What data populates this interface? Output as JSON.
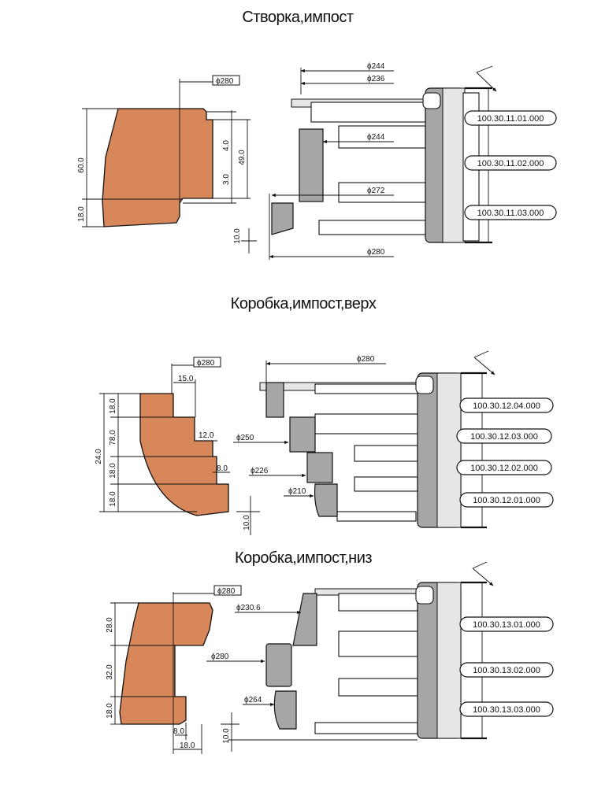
{
  "sections": [
    {
      "title": "Створка,импост",
      "part_numbers": [
        "100.30.11.01.000",
        "100.30.11.02.000",
        "100.30.11.03.000"
      ],
      "profile_dims": [
        "ϕ280",
        "60.0",
        "18.0",
        "4.0",
        "49.0",
        "3.0",
        "10.0"
      ],
      "diameters": [
        "ϕ244",
        "ϕ236",
        "ϕ244",
        "ϕ272",
        "ϕ280"
      ]
    },
    {
      "title": "Коробка,импост,верх",
      "part_numbers": [
        "100.30.12.04.000",
        "100.30.12.03.000",
        "100.30.12.02.000",
        "100.30.12.01.000"
      ],
      "profile_dims": [
        "ϕ280",
        "15.0",
        "18.0",
        "24.0",
        "78.0",
        "12.0",
        "18.0",
        "8.0",
        "18.0",
        "10.0"
      ],
      "diameters": [
        "ϕ280",
        "ϕ250",
        "ϕ226",
        "ϕ210"
      ]
    },
    {
      "title": "Коробка,импост,низ",
      "part_numbers": [
        "100.30.13.01.000",
        "100.30.13.02.000",
        "100.30.13.03.000"
      ],
      "profile_dims": [
        "ϕ280",
        "28.0",
        "32.0",
        "18.0",
        "8.0",
        "18.0",
        "10.0"
      ],
      "diameters": [
        "ϕ230.6",
        "ϕ280",
        "ϕ264"
      ]
    }
  ]
}
